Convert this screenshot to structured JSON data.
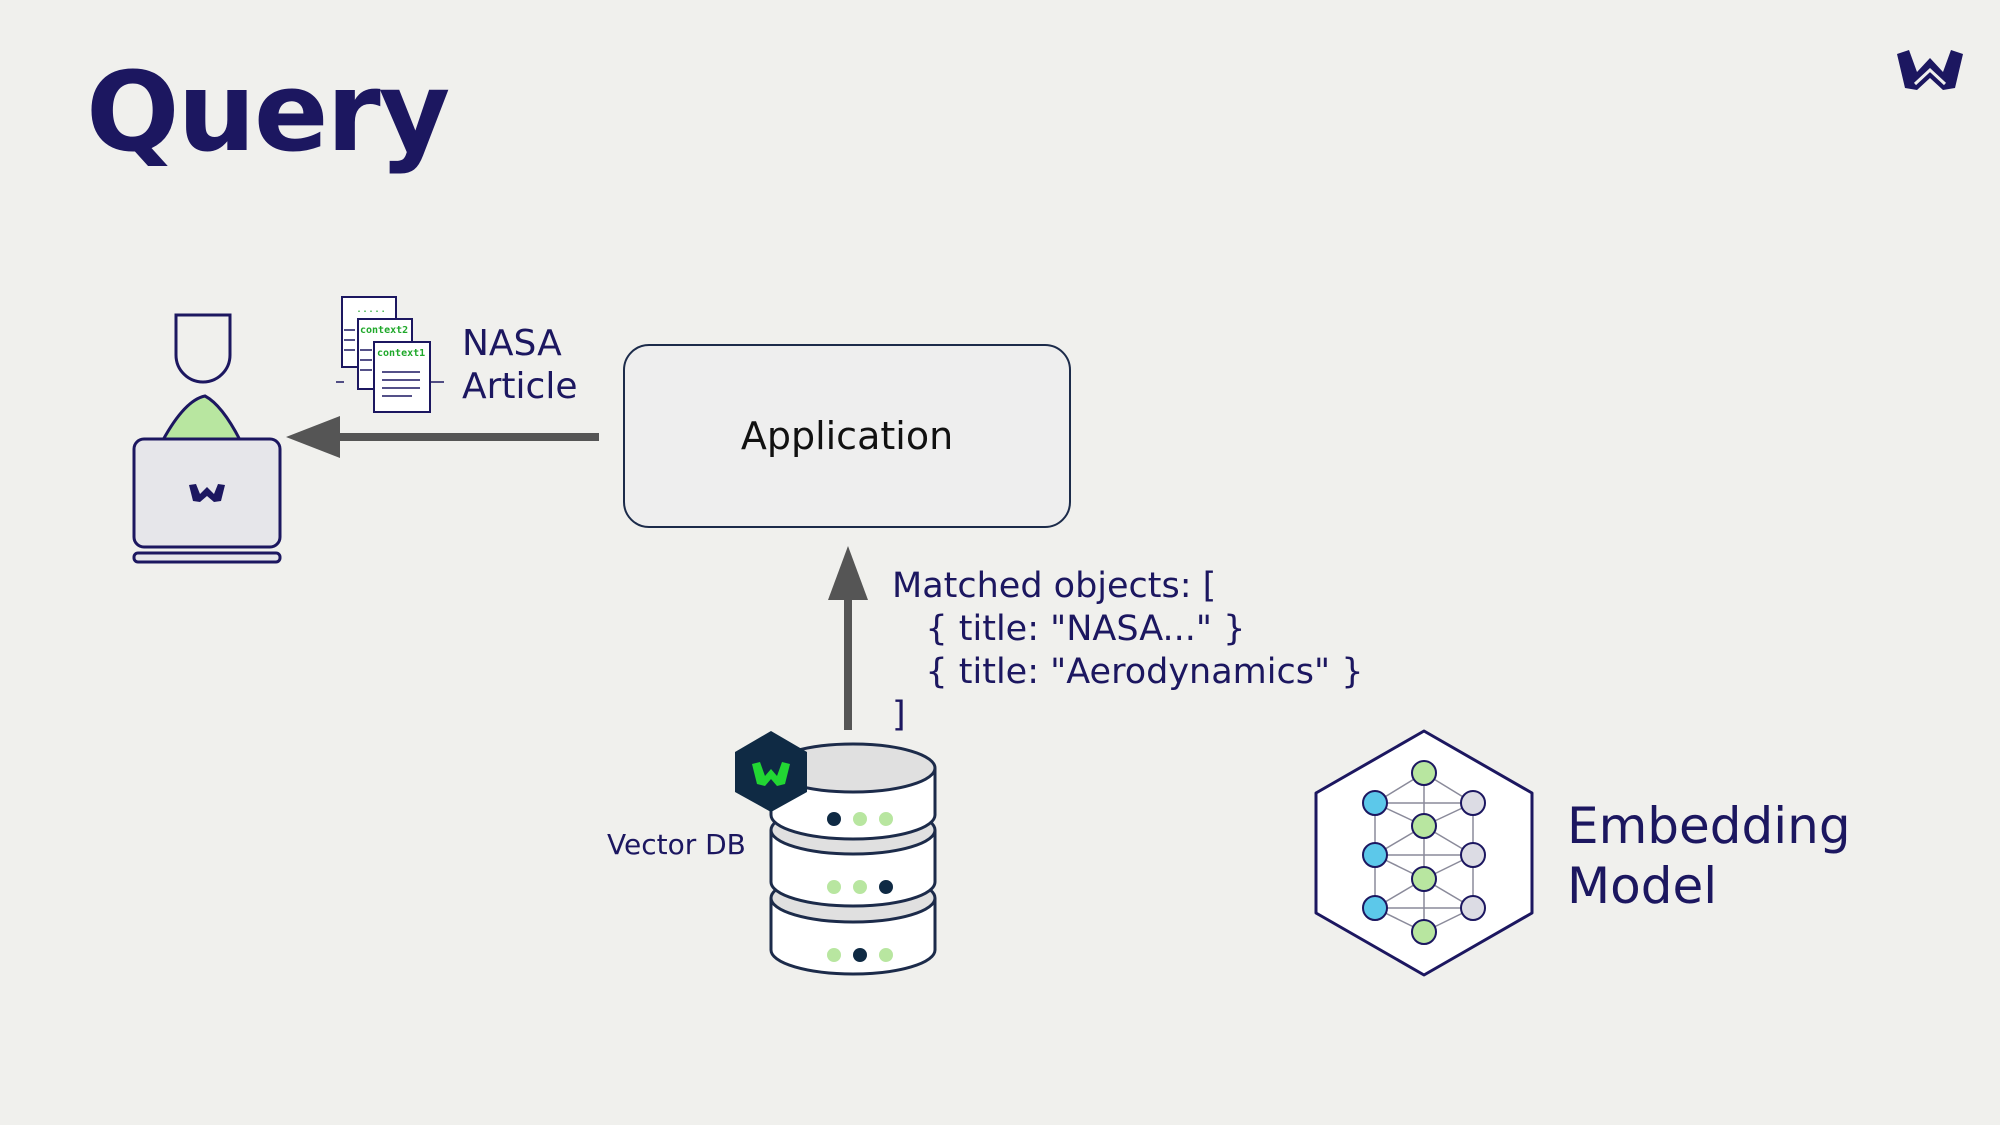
{
  "slide": {
    "title": "Query"
  },
  "diagram": {
    "nasa_article_label": "NASA\nArticle",
    "doc_labels": [
      "context2",
      "context1"
    ],
    "application_label": "Application",
    "matched_objects_text": "Matched objects: [\n   { title: \"NASA...\" }\n   { title: \"Aerodynamics\" }\n]",
    "vector_db_label": "Vector DB",
    "embedding_model_label": "Embedding\nModel"
  },
  "colors": {
    "navy": "#1c1760",
    "green": "#b8e6a0",
    "brand_green": "#22d633",
    "blue_node": "#5cc8ea",
    "gray_node": "#dcdce4",
    "arrow": "#555555",
    "background": "#f0f0ed"
  },
  "icons": [
    "brand-logo-icon",
    "user-at-laptop-icon",
    "documents-icon",
    "database-icon",
    "neural-network-icon"
  ]
}
